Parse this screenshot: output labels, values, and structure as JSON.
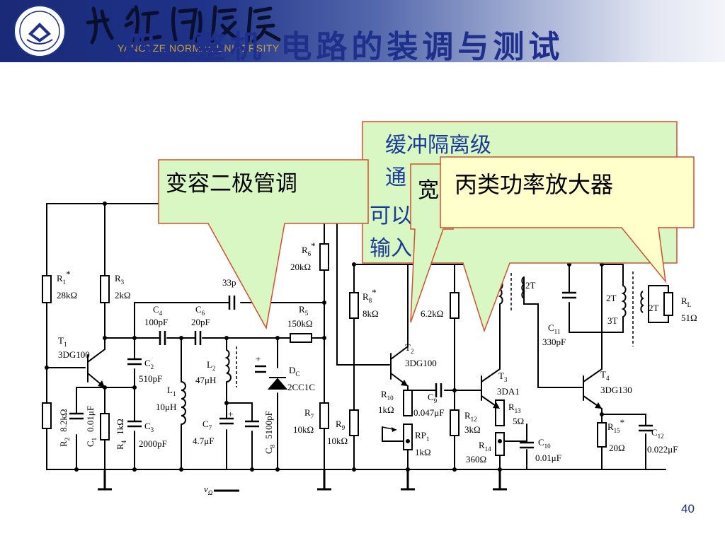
{
  "header": {
    "university_en": "YANGTZE NORMAL UNIVERSITY",
    "title": "四、整机 电路的装调与测试",
    "brand_color": "#1e3288"
  },
  "callouts": {
    "buffer": {
      "line1": "缓冲隔离级",
      "line2": "通",
      "line3": "可以",
      "line4": "输入阻"
    },
    "varactor": {
      "text": "变容二极管调"
    },
    "wideband": {
      "text": "宽"
    },
    "class_c": {
      "text": "丙类功率放大器"
    },
    "fill_color": "#d8f7c2",
    "class_c_fill": "#ffffcc",
    "border_color": "#d05030"
  },
  "circuit": {
    "R1": {
      "name": "R",
      "sub": "1",
      "mark": "*",
      "value": "28kΩ"
    },
    "R2": {
      "name": "R",
      "sub": "2",
      "value": "8.2kΩ"
    },
    "R3": {
      "name": "R",
      "sub": "3",
      "value": "2kΩ"
    },
    "R4": {
      "name": "R",
      "sub": "4",
      "value": "1kΩ"
    },
    "R5": {
      "name": "R",
      "sub": "5",
      "value": "150kΩ"
    },
    "R6": {
      "name": "R",
      "sub": "6",
      "mark": "*",
      "value": "20kΩ"
    },
    "R7": {
      "name": "R",
      "sub": "7",
      "value": "10kΩ"
    },
    "R8": {
      "name": "R",
      "sub": "8",
      "mark": "*",
      "value": "8kΩ"
    },
    "R9": {
      "name": "R",
      "sub": "9",
      "value": "10kΩ"
    },
    "R10": {
      "name": "R",
      "sub": "10",
      "value": "1kΩ"
    },
    "R11_partial": {
      "value": "6.2kΩ"
    },
    "R12": {
      "name": "R",
      "sub": "12",
      "value": "3kΩ"
    },
    "R13": {
      "name": "R",
      "sub": "13",
      "value": "5Ω"
    },
    "R14": {
      "name": "R",
      "sub": "14",
      "value": "360Ω"
    },
    "R15": {
      "name": "R",
      "sub": "15",
      "mark": "*",
      "value": "20Ω"
    },
    "RP1": {
      "name": "RP",
      "sub": "1",
      "value": "1kΩ"
    },
    "RL": {
      "name": "R",
      "sub": "L",
      "value": "51Ω"
    },
    "C1": {
      "name": "C",
      "sub": "1",
      "value": "0.01μF"
    },
    "C2": {
      "name": "C",
      "sub": "2",
      "value": "510pF"
    },
    "C3": {
      "name": "C",
      "sub": "3",
      "value": "2000pF"
    },
    "C4": {
      "name": "C",
      "sub": "4",
      "value": "100pF"
    },
    "C5_partial": {
      "value": "33p"
    },
    "C6": {
      "name": "C",
      "sub": "6",
      "value": "20pF"
    },
    "C7": {
      "name": "C",
      "sub": "7",
      "value": "4.7μF"
    },
    "C8": {
      "name": "C",
      "sub": "8",
      "value": "5100pF"
    },
    "C9": {
      "name": "C",
      "sub": "9",
      "value": "0.047μF"
    },
    "C10": {
      "name": "C",
      "sub": "10",
      "value": "0.01μF"
    },
    "C11": {
      "name": "C",
      "sub": "11",
      "value": "330pF"
    },
    "C12": {
      "name": "C",
      "sub": "12",
      "value": "0.022μF"
    },
    "L1": {
      "name": "L",
      "sub": "1",
      "value": "10μH"
    },
    "L2": {
      "name": "L",
      "sub": "2",
      "value": "47μH"
    },
    "T1": {
      "name": "T",
      "sub": "1",
      "value": "3DG100"
    },
    "T2": {
      "name": "T",
      "sub": "2",
      "value": "3DG100"
    },
    "T3": {
      "name": "T",
      "sub": "3",
      "value": "3DA1"
    },
    "T4": {
      "name": "T",
      "sub": "4",
      "value": "3DG130"
    },
    "DC": {
      "name": "D",
      "sub": "C",
      "value": "2CC1C"
    },
    "xfmr_2T_a": "2T",
    "xfmr_2T_b": "2T",
    "xfmr_3T": "3T",
    "xfmr_2T_c": "2T",
    "vin": {
      "name": "v",
      "sub": "Ω"
    }
  },
  "page_number": "40"
}
